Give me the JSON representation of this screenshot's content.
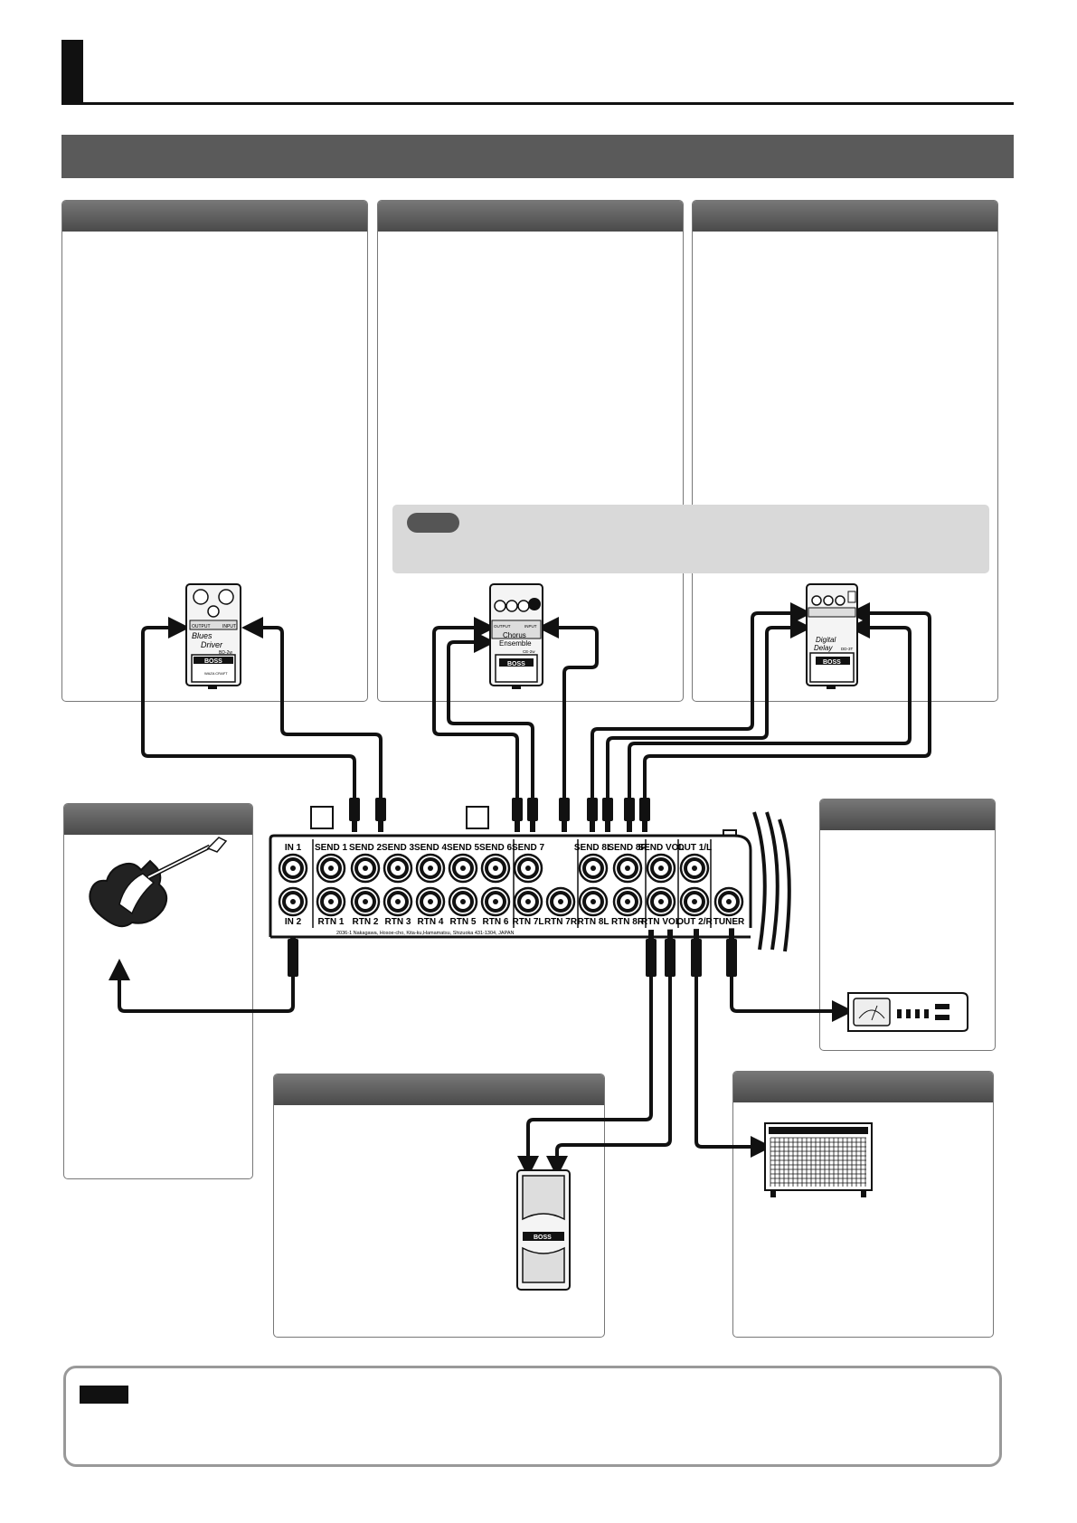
{
  "jacks_top": [
    "IN 1",
    "SEND 1",
    "SEND 2",
    "SEND 3",
    "SEND 4",
    "SEND 5",
    "SEND 6",
    "SEND 7",
    "SEND 8L",
    "SEND 8R",
    "SEND VOL",
    "OUT 1/L"
  ],
  "jacks_bottom": [
    "IN 2",
    "RTN 1",
    "RTN 2",
    "RTN 3",
    "RTN 4",
    "RTN 5",
    "RTN 6",
    "RTN 7L",
    "RTN 7R",
    "RTN 8L",
    "RTN 8R",
    "RTN VOL",
    "OUT 2/R",
    "TUNER"
  ],
  "address": "2036-1 Nakagawa, Hosoe-cho, Kita-ku,Hamamatsu, Shizuoka 431-1304, JAPAN",
  "pedals": {
    "bd2": {
      "name_line1": "Blues",
      "name_line2": "Driver",
      "model": "BD-2w",
      "brand": "BOSS",
      "badge": "WAZA CRAFT",
      "in_label": "INPUT",
      "out_label": "OUTPUT"
    },
    "ce": {
      "name_line1": "Chorus",
      "name_line2": "Ensemble",
      "model": "CE-2w",
      "brand": "BOSS",
      "in_label": "INPUT",
      "out_label": "OUTPUT"
    },
    "dd": {
      "name_line1": "Digital",
      "name_line2": "Delay",
      "model": "DD-3T",
      "brand": "BOSS"
    }
  },
  "expression_pedal_brand": "BOSS"
}
